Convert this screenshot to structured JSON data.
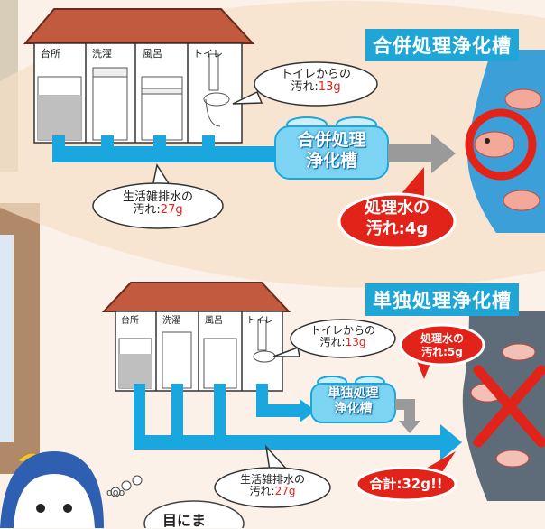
{
  "combined": {
    "title": "合併処理浄化槽",
    "rooms": [
      "台所",
      "洗濯",
      "風呂",
      "トイレ"
    ],
    "toilet_bubble": {
      "line1": "トイレからの",
      "label": "汚れ:",
      "value": "13g"
    },
    "grey_bubble": {
      "line1": "生活雑排水の",
      "label": "汚れ:",
      "value": "27g"
    },
    "tank": {
      "line1": "合併処理",
      "line2": "浄化槽"
    },
    "result": {
      "line1": "処理水の",
      "line2": "汚れ:4g"
    }
  },
  "single": {
    "title": "単独処理浄化槽",
    "rooms": [
      "台所",
      "洗濯",
      "風呂",
      "トイレ"
    ],
    "toilet_bubble": {
      "line1": "トイレからの",
      "label": "汚れ:",
      "value": "13g"
    },
    "grey_bubble": {
      "line1": "生活雑排水の",
      "label": "汚れ:",
      "value": "27g"
    },
    "tank": {
      "line1": "単独処理",
      "line2": "浄化槽"
    },
    "result": {
      "line1": "処理水の",
      "line2": "汚れ:5g"
    },
    "total": "合計:32g!!"
  },
  "mascot": {
    "speech": "目にま",
    "thought": "ooo"
  },
  "colors": {
    "pipe": "#1aa7e0",
    "house": "#b5503a",
    "red": "#e2231a",
    "water": "#3d9fd8",
    "polluted": "#5e6b78"
  }
}
